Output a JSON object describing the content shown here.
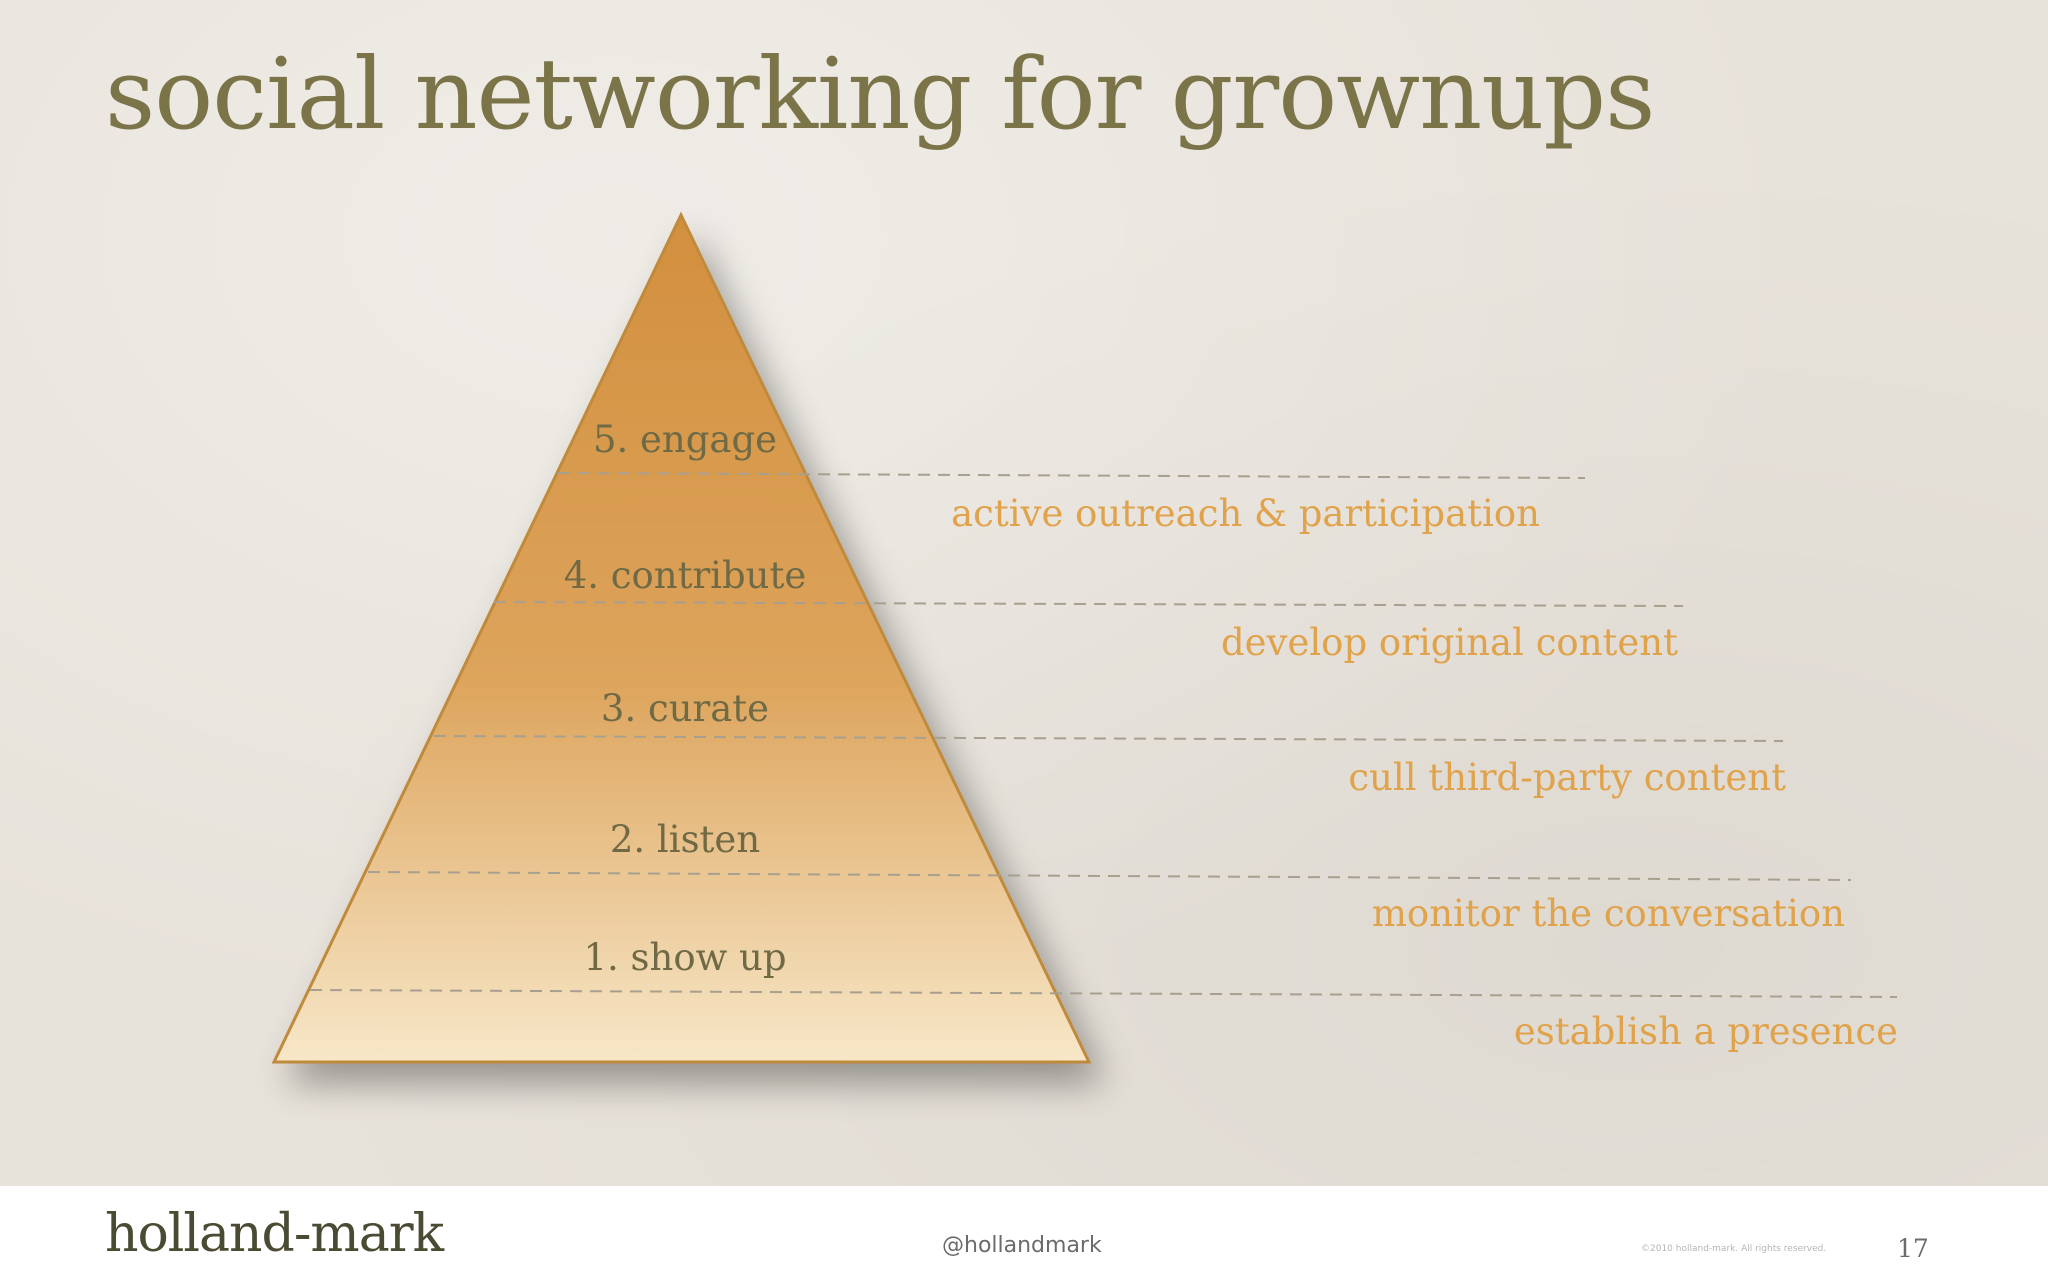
{
  "slide": {
    "title": "social networking for grownups"
  },
  "pyramid": {
    "levels": [
      {
        "label": "5. engage",
        "description": "active outreach & participation"
      },
      {
        "label": "4. contribute",
        "description": "develop original content"
      },
      {
        "label": "3. curate",
        "description": "cull third-party content"
      },
      {
        "label": "2. listen",
        "description": "monitor the conversation"
      },
      {
        "label": "1. show up",
        "description": "establish a presence"
      }
    ],
    "colors": {
      "top": "#d28f3e",
      "bottom": "#f7e7c8",
      "edge": "#c08a3c",
      "label": "#6f6a45",
      "description": "#e0a24a",
      "divider": "#a8a08e"
    }
  },
  "footer": {
    "brand": "holland-mark",
    "handle": "@hollandmark",
    "copyright": "©2010 holland-mark. All rights reserved.",
    "page_number": "17"
  }
}
